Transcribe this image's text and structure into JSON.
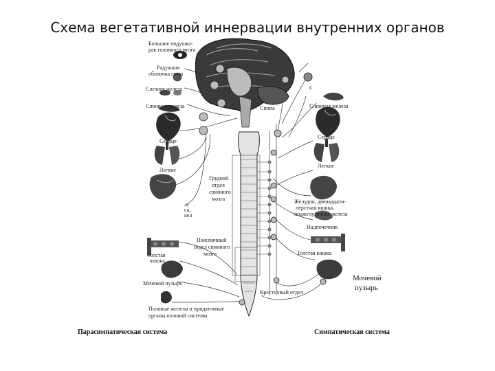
{
  "title": "Схема вегетативной иннервации внутренних органов",
  "labels": {
    "pituitary": [
      "Большие подушка-",
      "рак головного мозга"
    ],
    "iris": [
      "Радужная",
      "оболочка глаза"
    ],
    "lacrimal": "Слезная железа",
    "salivary_left": "Слюнная железа",
    "heart_left": "Сердце",
    "lungs_left": "Легкие",
    "spine_upper": "Спина",
    "salivary_right": "Слюнная железа",
    "heart_right": "Сердце",
    "lungs_right": "Легкие",
    "thoracic": [
      "Грудной",
      "отдел",
      "спинного",
      "мозга"
    ],
    "left_partial": [
      "ц",
      "са,",
      "кел"
    ],
    "stomach_group": [
      "Желудок, двенадцати-",
      "перстная кишка,",
      "поджелудочная железа"
    ],
    "small_intestine": "Надпочечник",
    "lumbar": [
      "Поясничный",
      "отдел спинного",
      "мозга"
    ],
    "colon_left": [
      "Толстая",
      "кишка"
    ],
    "colon_right": "Толстая кишка",
    "bladder_left": "Мочевой пузырь",
    "bladder_right": [
      "Мочевой",
      "пузырь"
    ],
    "sacral": "Крестцовый отдел",
    "genital": [
      "Половые железы и придаточные",
      "органы половой системы"
    ],
    "letter_c": "с"
  },
  "captions": {
    "parasympathetic": "Парасимпатическая система",
    "sympathetic": "Симпатическая система"
  }
}
